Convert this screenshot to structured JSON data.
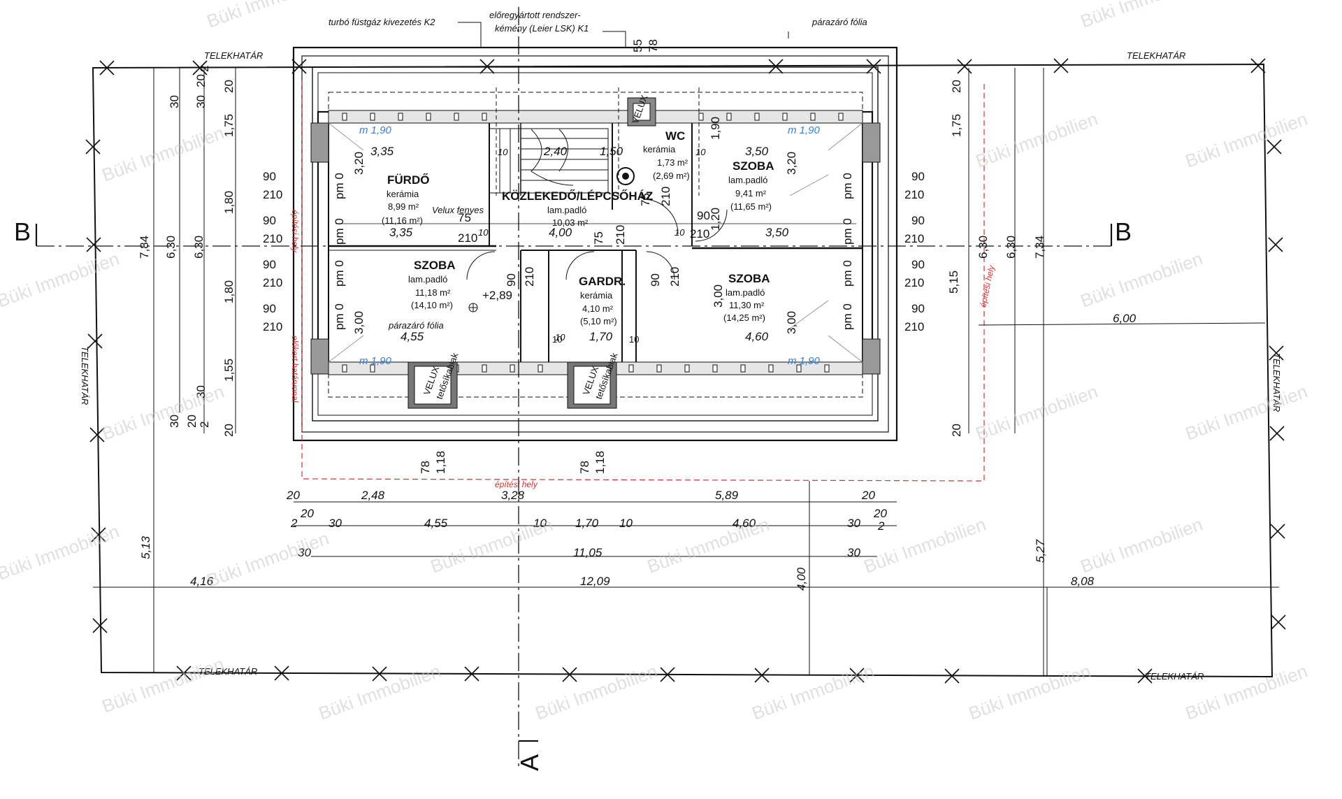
{
  "labels": {
    "flue": "turbó füstgáz kivezetés K2",
    "chimney_1": "előregyártott rendszer-",
    "chimney_2": "kémény (Leier LSK) K1",
    "membrane_top": "párazáró fólia",
    "membrane_bottom": "párazáró fólia",
    "boundary": "TELEKHATÁR",
    "build_zone": "építési hely",
    "eave_line": "előkert határvonal",
    "velux": "Velux fenyes",
    "velux_win": "VELUX",
    "velux_win2": "tetősíkablak",
    "level": "+2,89",
    "mh": "m 1,90",
    "pm": "pm 0"
  },
  "sections": {
    "left": "B",
    "right": "B",
    "bottom": "A"
  },
  "rooms": {
    "bath": {
      "name": "FÜRDŐ",
      "floor": "kerámia",
      "area": "8,99 m²",
      "area_gross": "(11,16 m²)"
    },
    "corridor": {
      "name": "KÖZLEKEDŐ/LÉPCSŐHÁZ",
      "floor": "lam.padló",
      "area": "10,03 m²"
    },
    "wc": {
      "name": "WC",
      "floor": "kerámia",
      "area": "1,73 m²",
      "area_gross": "(2,69 m²)"
    },
    "room_ne": {
      "name": "SZOBA",
      "floor": "lam.padló",
      "area": "9,41 m²",
      "area_gross": "(11,65 m²)"
    },
    "room_sw": {
      "name": "SZOBA",
      "floor": "lam.padló",
      "area": "11,18 m²",
      "area_gross": "(14,10 m²)"
    },
    "wardrobe": {
      "name": "GARDR.",
      "floor": "kerámia",
      "area": "4,10 m²",
      "area_gross": "(5,10 m²)"
    },
    "room_se": {
      "name": "SZOBA",
      "floor": "lam.padló",
      "area": "11,30 m²",
      "area_gross": "(14,25 m²)"
    }
  },
  "dims_h": {
    "row1": [
      "20",
      "2,48",
      "3,28",
      "5,89",
      "20"
    ],
    "row2": [
      "2",
      "20",
      "30",
      "4,55",
      "10",
      "1,70",
      "10",
      "4,60",
      "30",
      "20",
      "2"
    ],
    "row3": [
      "30",
      "11,05",
      "30"
    ],
    "row4": [
      "4,16",
      "12,09",
      "8,08"
    ],
    "inner_top": [
      "3,35",
      "10",
      "2,40",
      "1,50",
      "10",
      "3,50"
    ],
    "inner_mid": [
      "3,35",
      "10",
      "4,00",
      "10",
      "3,50"
    ],
    "inner_bot": [
      "4,55",
      "10",
      "1,70",
      "4,60"
    ],
    "lot": "6,00"
  },
  "dims_v": {
    "left_outer": [
      "7,84",
      "6,30",
      "6,30"
    ],
    "left_chain": [
      "20",
      "1,75",
      "1,80",
      "1,80",
      "1,55",
      "20"
    ],
    "left_small": [
      "30",
      "30",
      "20",
      "2",
      "30",
      "20",
      "2",
      "30"
    ],
    "right_chain": [
      "20",
      "1,75",
      "6,30",
      "5,15",
      "20"
    ],
    "right_outer": [
      "7,34",
      "6,30"
    ],
    "bottom_left": "5,13",
    "bottom_mid": "4,00",
    "bottom_right": "5,27",
    "windows": [
      "90",
      "210",
      "90",
      "210",
      "90",
      "210",
      "90",
      "210"
    ],
    "small_openings": [
      "78",
      "1,18",
      "78",
      "1,18"
    ],
    "chimney": [
      "55",
      "78"
    ],
    "room_h": [
      "3,20",
      "3,20",
      "3,00",
      "3,00",
      "3,00",
      "1,90",
      "1,20"
    ],
    "door": [
      "75",
      "210",
      "90",
      "210",
      "90",
      "210",
      "90",
      "210",
      "75",
      "210",
      "75",
      "210",
      "10",
      "10"
    ]
  },
  "watermark": "Büki Immobilien"
}
